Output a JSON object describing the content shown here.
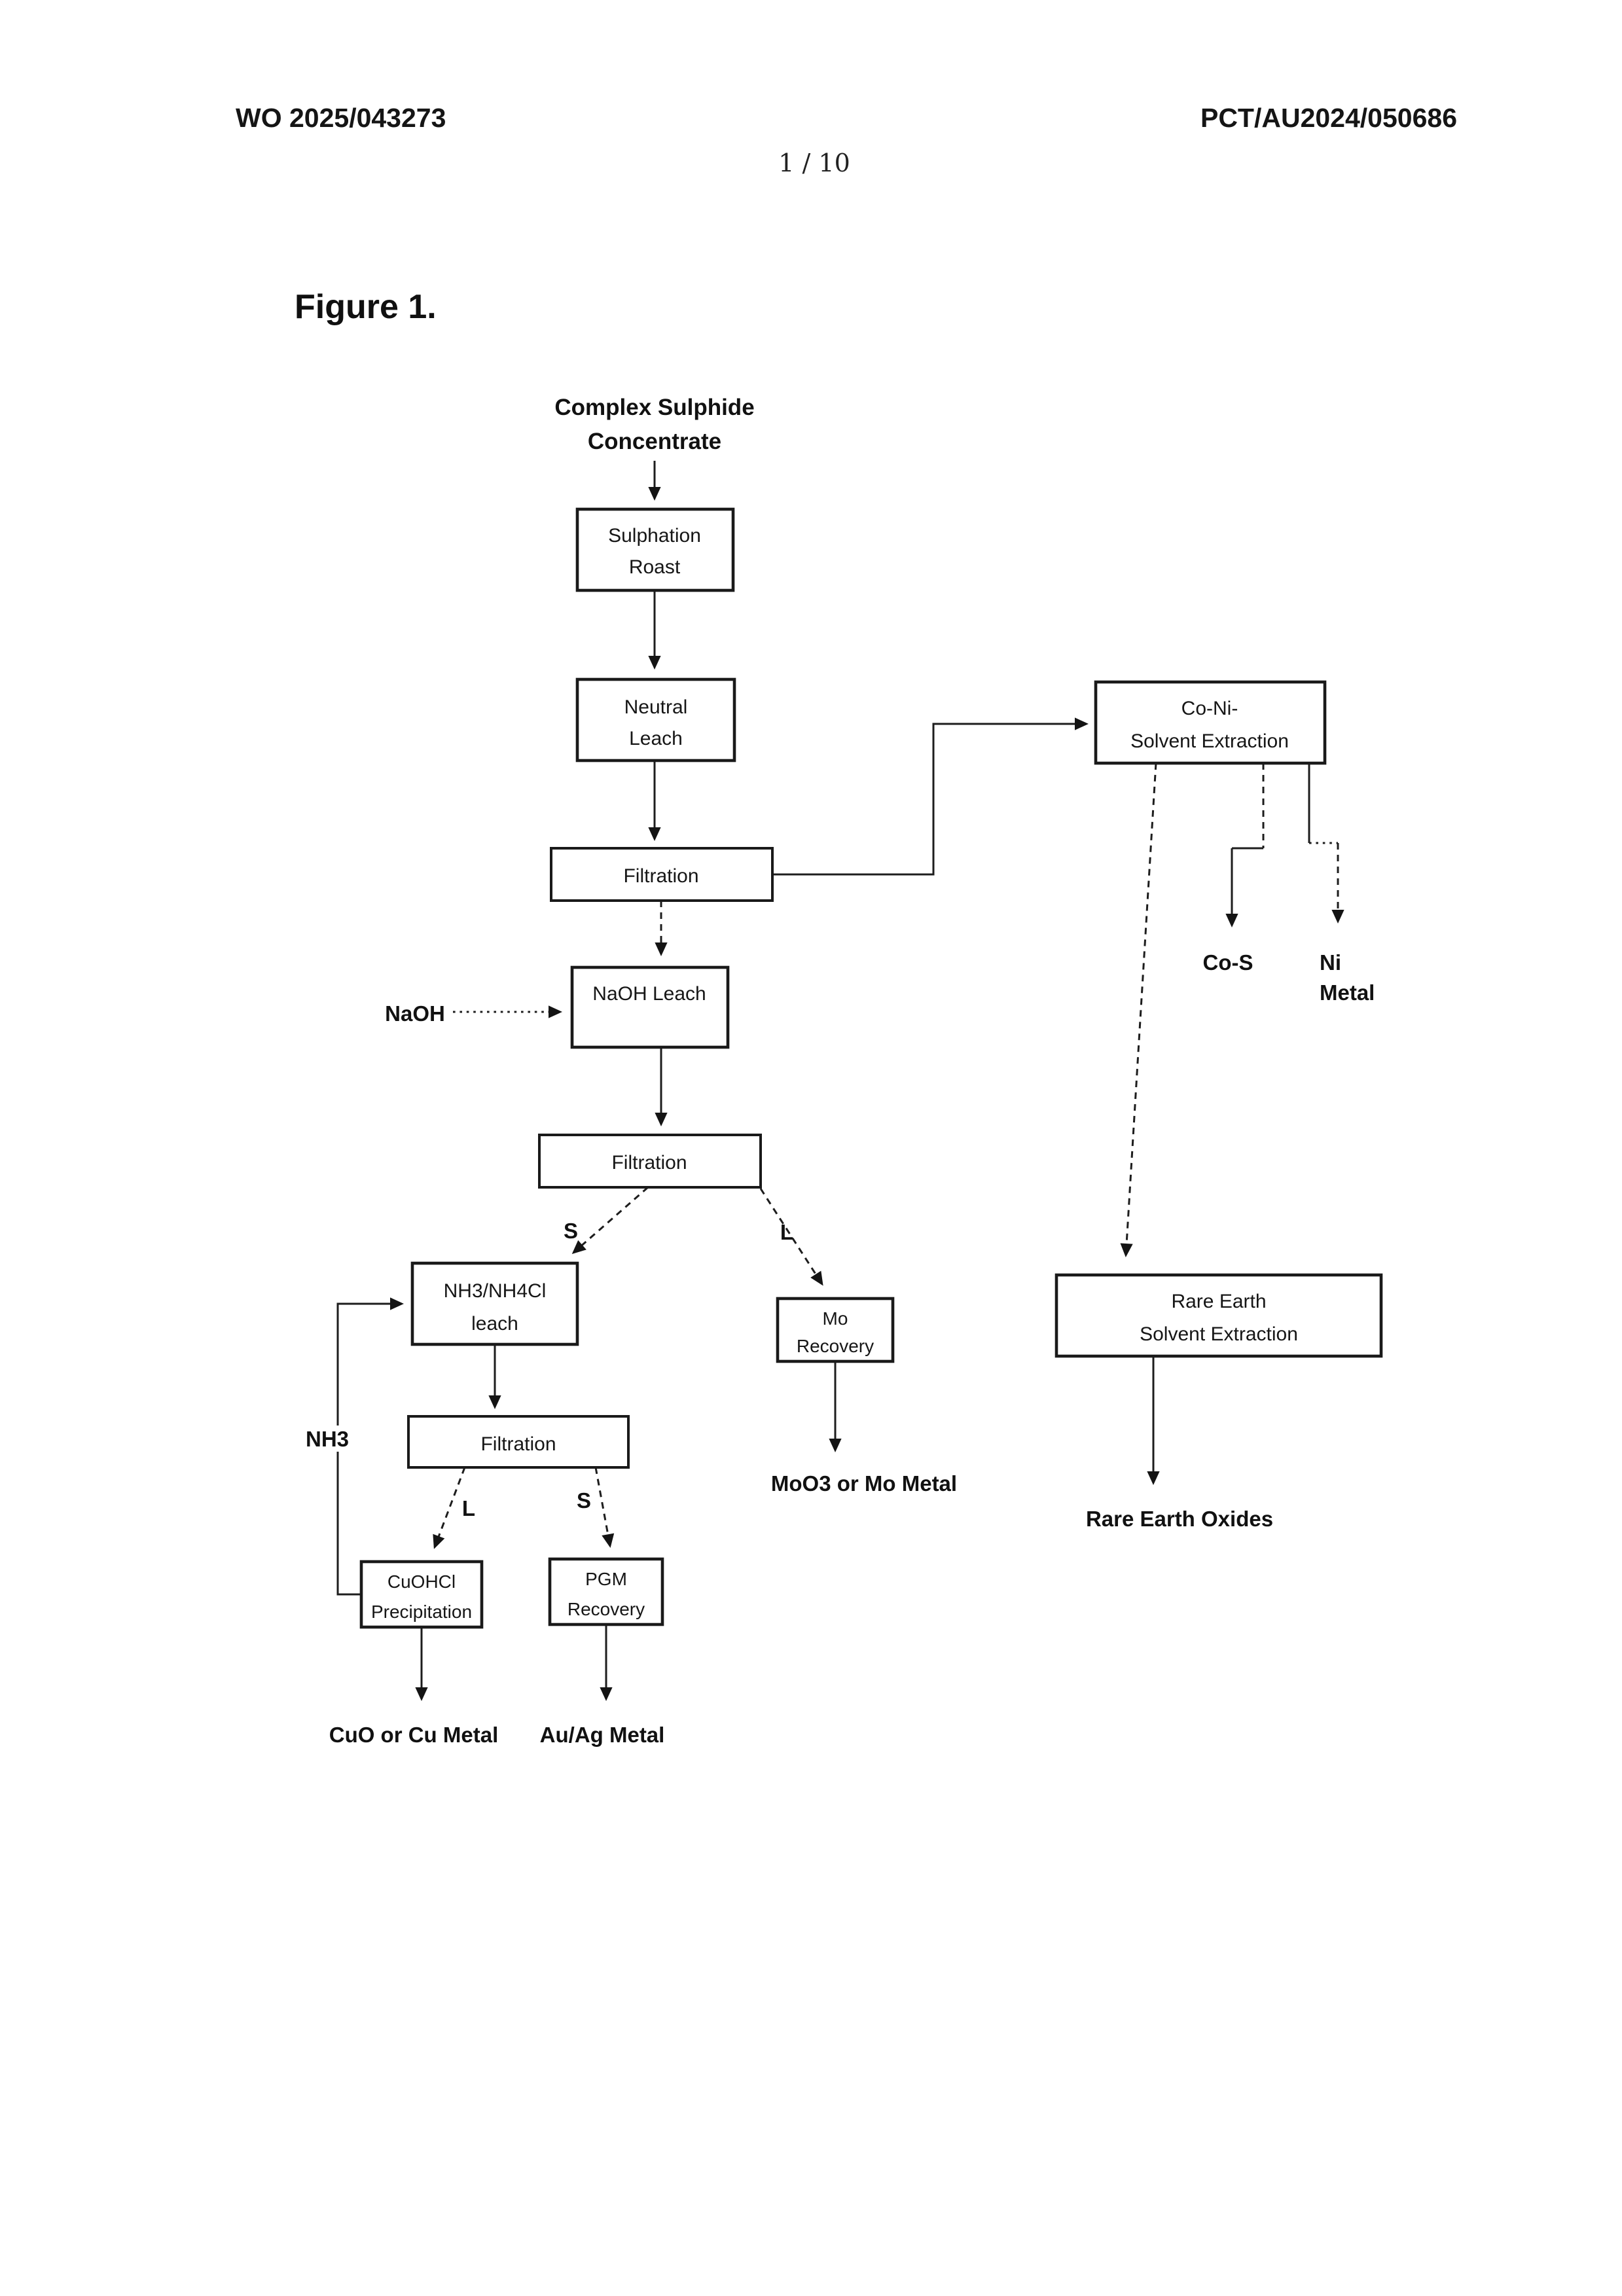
{
  "header": {
    "left": "WO 2025/043273",
    "right": "PCT/AU2024/050686",
    "page_number": "1 / 10"
  },
  "figure": {
    "title": "Figure 1."
  },
  "source_label": {
    "line1": "Complex Sulphide",
    "line2": "Concentrate"
  },
  "nodes": {
    "sulphation_roast": {
      "line1": "Sulphation",
      "line2": "Roast"
    },
    "neutral_leach": {
      "line1": "Neutral",
      "line2": "Leach"
    },
    "filtration1": {
      "label": "Filtration"
    },
    "coni_sx": {
      "line1": "Co-Ni-",
      "line2": "Solvent Extraction"
    },
    "naoh_leach": {
      "label": "NaOH Leach"
    },
    "filtration2": {
      "label": "Filtration"
    },
    "nh3_leach": {
      "line1": "NH3/NH4Cl",
      "line2": "leach"
    },
    "mo_recovery": {
      "line1": "Mo",
      "line2": "Recovery"
    },
    "filtration3": {
      "label": "Filtration"
    },
    "cuohcl_precip": {
      "line1": "CuOHCl",
      "line2": "Precipitation"
    },
    "pgm_recovery": {
      "line1": "PGM",
      "line2": "Recovery"
    },
    "rare_earth_sx": {
      "line1": "Rare Earth",
      "line2": "Solvent Extraction"
    }
  },
  "inputs": {
    "naoh": "NaOH",
    "nh3": "NH3"
  },
  "branch_labels": {
    "f2_solid": "S",
    "f2_liquid": "L",
    "f3_liquid": "L",
    "f3_solid": "S"
  },
  "outputs": {
    "cos": "Co-S",
    "ni_line1": "Ni",
    "ni_line2": "Metal",
    "rare_earth_oxides": "Rare Earth Oxides",
    "moo3": "MoO3 or Mo Metal",
    "cuo": "CuO or Cu Metal",
    "auag": "Au/Ag Metal"
  }
}
